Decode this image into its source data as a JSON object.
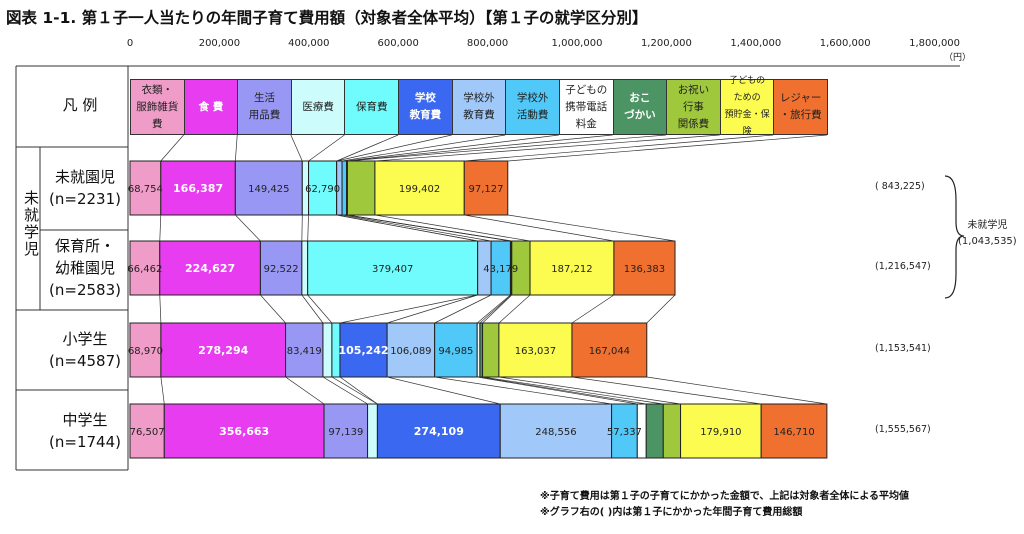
{
  "title": "図表 1-1.  第１子一人当たりの年間子育て費用額（対象者全体平均）【第１子の就学区分別】",
  "unit": "（円）",
  "legend_label": "凡  例",
  "group_label": "未就学児",
  "brace_label": "未就学児",
  "brace_total": "(1,043,535)",
  "notes": [
    "※子育て費用は第１子の子育てにかかった金額で、上記は対象者全体による平均値",
    "※グラフ右の( )内は第１子にかかった年間子育て費用総額"
  ],
  "chart_data": {
    "type": "bar",
    "orientation": "horizontal-stacked",
    "title": "第１子一人当たりの年間子育て費用額（対象者全体平均）",
    "xlim": [
      0,
      1800000
    ],
    "ticks": [
      "0",
      "200,000",
      "400,000",
      "600,000",
      "800,000",
      "1,000,000",
      "1,200,000",
      "1,400,000",
      "1,600,000",
      "1,800,000"
    ],
    "categories_legend": [
      {
        "name": "衣類・服飾雑貨費",
        "lines": [
          "衣類・",
          "服飾雑貨",
          "費"
        ],
        "color": "#f09cc8",
        "white": false
      },
      {
        "name": "食費",
        "lines": [
          "食  費"
        ],
        "color": "#e83cf0",
        "white": true
      },
      {
        "name": "生活用品費",
        "lines": [
          "生活",
          "用品費"
        ],
        "color": "#9898f4",
        "white": false
      },
      {
        "name": "医療費",
        "lines": [
          "医療費"
        ],
        "color": "#ccfcfc",
        "white": false
      },
      {
        "name": "保育費",
        "lines": [
          "保育費"
        ],
        "color": "#70fcfc",
        "white": false
      },
      {
        "name": "学校教育費",
        "lines": [
          "学校",
          "教育費"
        ],
        "color": "#3a68f0",
        "white": true
      },
      {
        "name": "学校外教育費",
        "lines": [
          "学校外",
          "教育費"
        ],
        "color": "#a0c8f8",
        "white": false
      },
      {
        "name": "学校外活動費",
        "lines": [
          "学校外",
          "活動費"
        ],
        "color": "#50c8f8",
        "white": false
      },
      {
        "name": "子どもの携帯電話料金",
        "lines": [
          "子どもの",
          "携帯電話",
          "料金"
        ],
        "color": "#ffffff",
        "white": false
      },
      {
        "name": "おこづかい",
        "lines": [
          "おこ",
          "づかい"
        ],
        "color": "#4c9464",
        "white": true
      },
      {
        "name": "お祝い行事関係費",
        "lines": [
          "お祝い",
          "行事",
          "関係費"
        ],
        "color": "#a0c83c",
        "white": false
      },
      {
        "name": "子どものための預貯金・保険",
        "lines": [
          "子どもの",
          "ための",
          "預貯金・保険"
        ],
        "color": "#fcfc50",
        "white": false
      },
      {
        "name": "レジャー・旅行費",
        "lines": [
          "レジャー",
          "・旅行費"
        ],
        "color": "#f07030",
        "white": false
      }
    ],
    "series": [
      {
        "name": "未就園児",
        "lines": [
          "未就園児",
          "(n=2231)"
        ],
        "total": "( 843,225)",
        "values": [
          68754,
          166387,
          149425,
          14000,
          62790,
          0,
          12000,
          10000,
          1000,
          1000,
          61340,
          199402,
          97127
        ],
        "labels": [
          "68,754",
          "166,387",
          "149,425",
          "",
          "62,790",
          "",
          "",
          "",
          "",
          "",
          "",
          "199,402",
          "97,127"
        ]
      },
      {
        "name": "保育所・幼稚園児",
        "lines": [
          "保育所・",
          "幼稚園児",
          "(n=2583)"
        ],
        "total": "(1,216,547)",
        "values": [
          66462,
          224627,
          92522,
          13000,
          379407,
          0,
          30000,
          43179,
          2000,
          1000,
          40755,
          187212,
          136383
        ],
        "labels": [
          "66,462",
          "224,627",
          "92,522",
          "",
          "379,407",
          "",
          "",
          "43,179",
          "",
          "",
          "",
          "187,212",
          "136,383"
        ]
      },
      {
        "name": "小学生",
        "lines": [
          "小学生",
          "(n=4587)"
        ],
        "total": "(1,153,541)",
        "values": [
          68970,
          278294,
          83419,
          20000,
          18000,
          105242,
          106089,
          94985,
          6000,
          6000,
          36461,
          163037,
          167044
        ],
        "labels": [
          "68,970",
          "278,294",
          "83,419",
          "",
          "",
          "105,242",
          "106,089",
          "94,985",
          "",
          "",
          "",
          "163,037",
          "167,044"
        ]
      },
      {
        "name": "中学生",
        "lines": [
          "中学生",
          "(n=1744)"
        ],
        "total": "(1,555,567)",
        "values": [
          76507,
          356663,
          97139,
          22000,
          0,
          274109,
          248556,
          57337,
          20000,
          38000,
          38636,
          179910,
          146710
        ],
        "labels": [
          "76,507",
          "356,663",
          "97,139",
          "",
          "",
          "274,109",
          "248,556",
          "57,337",
          "",
          "",
          "",
          "179,910",
          "146,710"
        ]
      }
    ]
  }
}
